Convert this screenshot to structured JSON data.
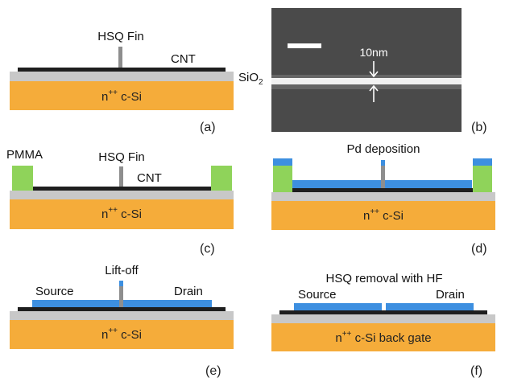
{
  "colors": {
    "silicon": "#f5ac3a",
    "oxide": "#c8c8c8",
    "cnt": "#1e1e1e",
    "fin": "#8e8e8e",
    "pmma": "#8fd35a",
    "pd": "#3d8fe0",
    "sem_bg": "#4a4a4a",
    "sem_line": "#f2f2f2"
  },
  "panels": {
    "a": {
      "caption": "(a)",
      "fin_label": "HSQ Fin",
      "cnt_label": "CNT",
      "oxide_label": "SiO",
      "oxide_sub": "2",
      "substrate": {
        "n": "n",
        "sup": "++",
        "rest": " c-Si"
      }
    },
    "b": {
      "caption": "(b)",
      "width_label": "10nm"
    },
    "c": {
      "caption": "(c)",
      "pmma_label": "PMMA",
      "fin_label": "HSQ Fin",
      "cnt_label": "CNT",
      "substrate": {
        "n": "n",
        "sup": "++",
        "rest": " c-Si"
      }
    },
    "d": {
      "caption": "(d)",
      "title": "Pd deposition",
      "substrate": {
        "n": "n",
        "sup": "++",
        "rest": " c-Si"
      }
    },
    "e": {
      "caption": "(e)",
      "title": "Lift-off",
      "source_label": "Source",
      "drain_label": "Drain",
      "substrate": {
        "n": "n",
        "sup": "++",
        "rest": " c-Si"
      }
    },
    "f": {
      "caption": "(f)",
      "title": "HSQ removal with HF",
      "source_label": "Source",
      "drain_label": "Drain",
      "substrate": {
        "n": "n",
        "sup": "++",
        "rest": " c-Si back gate"
      }
    }
  }
}
